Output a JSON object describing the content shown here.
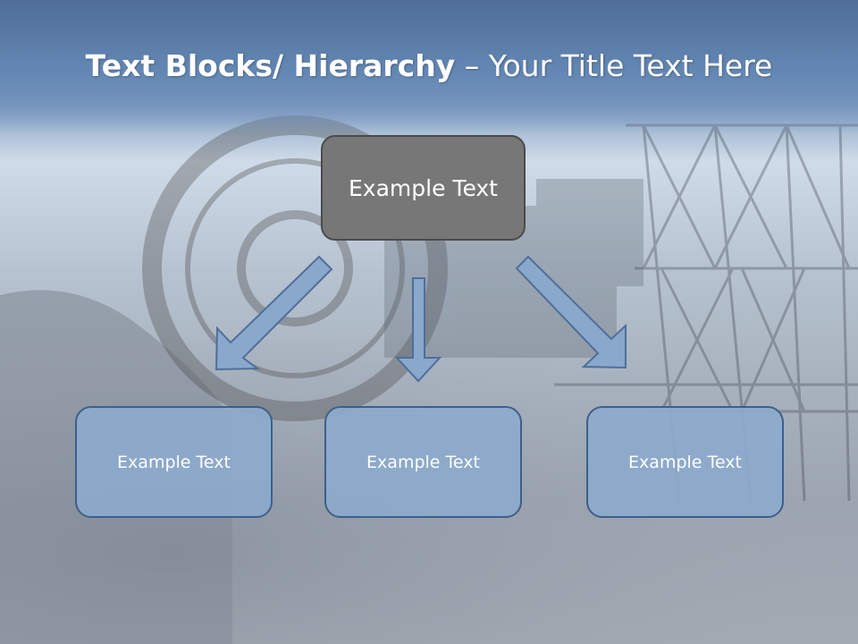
{
  "title": {
    "bold_part": "Text Blocks/ Hierarchy",
    "regular_part": "– Your Title Text Here"
  },
  "diagram": {
    "top_node": "Example Text",
    "children": [
      "Example Text",
      "Example Text",
      "Example Text"
    ]
  },
  "colors": {
    "title_bar": "#5f7ea8",
    "top_node_fill": "#777777",
    "child_node_fill": "#8caacd",
    "child_node_border": "#3e5f8a",
    "arrow_fill": "#8aa7cc"
  }
}
